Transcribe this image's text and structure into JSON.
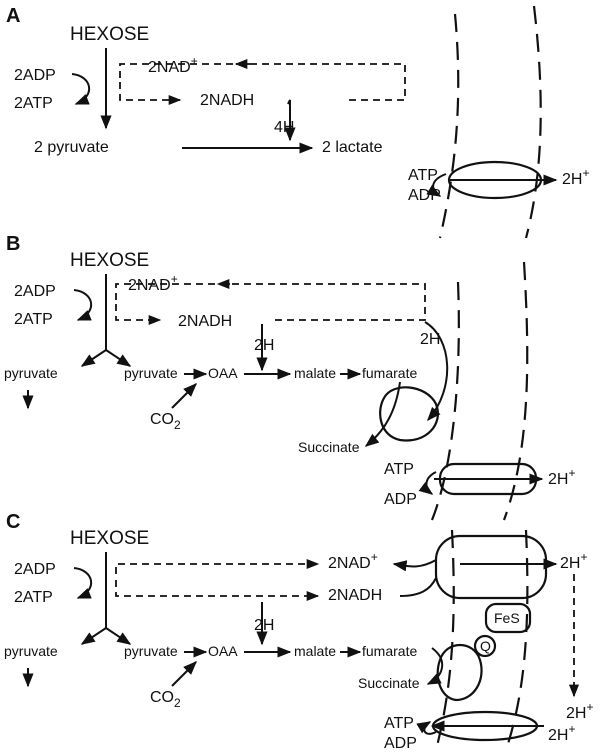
{
  "panels": {
    "a": {
      "label": "A",
      "hexose": "HEXOSE",
      "adp": "2ADP",
      "atp": "2ATP",
      "nad": "2NAD",
      "nad_sup": "+",
      "nadh": "2NADH",
      "h": "4H",
      "pyruvate": "2 pyruvate",
      "lactate": "2 lactate",
      "pump_atp": "ATP",
      "pump_adp": "ADP",
      "proton": "2H",
      "proton_sup": "+"
    },
    "b": {
      "label": "B",
      "hexose": "HEXOSE",
      "adp": "2ADP",
      "atp": "2ATP",
      "nad": "2NAD",
      "nad_sup": "+",
      "nadh": "2NADH",
      "h_mid": "2H",
      "h_right": "2H",
      "pyruvate_left": "pyruvate",
      "pyruvate": "pyruvate",
      "oaa": "OAA",
      "malate": "malate",
      "fumarate": "fumarate",
      "co2": "CO",
      "co2_sub": "2",
      "succinate": "Succinate",
      "pump_atp": "ATP",
      "pump_adp": "ADP",
      "proton": "2H",
      "proton_sup": "+"
    },
    "c": {
      "label": "C",
      "hexose": "HEXOSE",
      "adp": "2ADP",
      "atp": "2ATP",
      "nad": "2NAD",
      "nad_sup": "+",
      "nadh": "2NADH",
      "h": "2H",
      "pyruvate_left": "pyruvate",
      "pyruvate": "pyruvate",
      "oaa": "OAA",
      "malate": "malate",
      "fumarate": "fumarate",
      "co2": "CO",
      "co2_sub": "2",
      "succinate": "Succinate",
      "fes": "FeS",
      "q": "Q",
      "proton_top": "2H",
      "proton_top_sup": "+",
      "proton_low": "2H",
      "proton_low_sup": "+",
      "proton_right": "2H",
      "proton_right_sup": "+",
      "pump_atp": "ATP",
      "pump_adp": "ADP"
    }
  }
}
